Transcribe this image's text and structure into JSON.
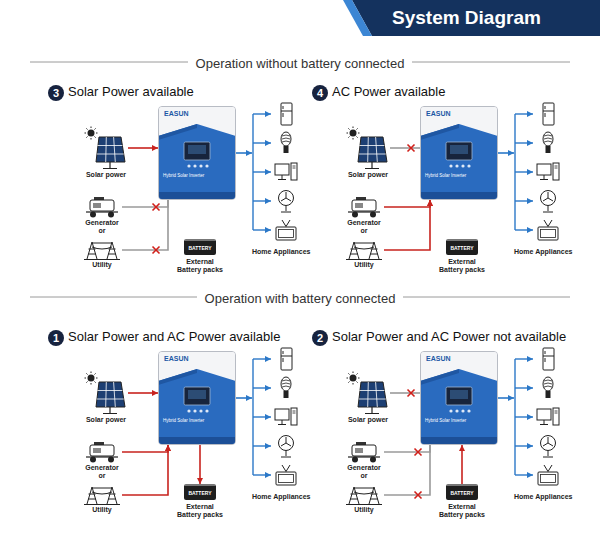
{
  "diagram": {
    "title": "System Diagram",
    "nodes": [
      {
        "text": [
          "Solar power"
        ]
      },
      {
        "text": [
          "Generator or"
        ]
      },
      {
        "text": [
          "Utility"
        ]
      },
      {
        "text": [
          "EASUN",
          "Hybrid Solar Inverter"
        ]
      },
      {
        "text": [
          "BATTERY",
          "External Battery packs"
        ]
      },
      {
        "text": [
          "Home Appliances"
        ]
      },
      {
        "text": [
          "Solar power"
        ]
      },
      {
        "text": [
          "Generator or"
        ]
      },
      {
        "text": [
          "Utility"
        ]
      },
      {
        "text": [
          "EASUN",
          "Hybrid Solar Inverter"
        ]
      },
      {
        "text": [
          "BATTERY",
          "External Battery packs"
        ]
      },
      {
        "text": [
          "Home Appliances"
        ]
      },
      {
        "text": [
          "Solar power"
        ]
      },
      {
        "text": [
          "Generator or"
        ]
      },
      {
        "text": [
          "Utility"
        ]
      },
      {
        "text": [
          "EASUN",
          "Hybrid Solar Inverter"
        ]
      },
      {
        "text": [
          "BATTERY",
          "External Battery packs"
        ]
      },
      {
        "text": [
          "Home Appliances"
        ]
      },
      {
        "text": [
          "Solar power"
        ]
      },
      {
        "text": [
          "Generator or"
        ]
      },
      {
        "text": [
          "Utility"
        ]
      },
      {
        "text": [
          "EASUN",
          "Hybrid Solar Inverter"
        ]
      },
      {
        "text": [
          "BATTERY",
          "External Battery packs"
        ]
      },
      {
        "text": [
          "Home Appliances"
        ]
      }
    ],
    "edges": [
      {
        "from": 0,
        "to": 3,
        "arrow": "to"
      },
      {
        "from": 1,
        "to": 3,
        "arrow": "none"
      },
      {
        "from": 2,
        "to": 3,
        "arrow": "none"
      },
      {
        "from": 3,
        "to": 5,
        "arrow": "to"
      },
      {
        "from": 6,
        "to": 9,
        "arrow": "none"
      },
      {
        "from": 7,
        "to": 9,
        "arrow": "to"
      },
      {
        "from": 8,
        "to": 9,
        "arrow": "to"
      },
      {
        "from": 9,
        "to": 11,
        "arrow": "to"
      },
      {
        "from": 12,
        "to": 15,
        "arrow": "to"
      },
      {
        "from": 13,
        "to": 15,
        "arrow": "to"
      },
      {
        "from": 14,
        "to": 15,
        "arrow": "to"
      },
      {
        "from": 15,
        "to": 17,
        "arrow": "to"
      },
      {
        "from": 15,
        "to": 16,
        "arrow": "to"
      },
      {
        "from": 18,
        "to": 21,
        "arrow": "none"
      },
      {
        "from": 19,
        "to": 21,
        "arrow": "none"
      },
      {
        "from": 20,
        "to": 21,
        "arrow": "none"
      },
      {
        "from": 21,
        "to": 23,
        "arrow": "to"
      },
      {
        "from": 22,
        "to": 21,
        "arrow": "to"
      }
    ],
    "labels": [
      "Operation without battery connected",
      "3",
      "Solar Power available",
      "4",
      "AC Power available",
      "Operation with battery connected",
      "1",
      "Solar Power and AC Power available",
      "2",
      "Solar Power and AC Power not available"
    ]
  }
}
